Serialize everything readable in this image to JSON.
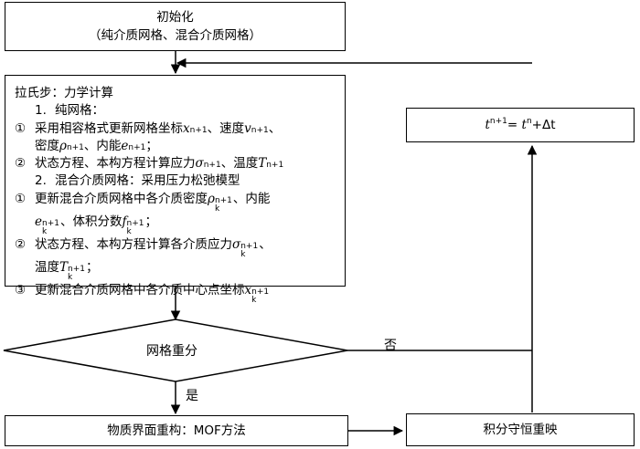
{
  "init_box": {
    "title": "初始化",
    "subtitle": "（纯介质网格、混合介质网格）"
  },
  "calc_box": {
    "heading": "拉氏步：力学计算",
    "pure_heading_num": "1.",
    "pure_heading": "纯网格：",
    "pure_item1_num": "①",
    "pure_item1_text": "采用相容格式更新网格坐标",
    "pure_item1_mid": "、速度",
    "pure_item1_line2a": "密度",
    "pure_item1_line2b": "、内能",
    "pure_item1_line2c": "；",
    "pure_item2_num": "②",
    "pure_item2_text": "状态方程、本构方程计算应力",
    "pure_item2_mid": "、温度",
    "mixed_heading_num": "2.",
    "mixed_heading": "混合介质网格：采用压力松弛模型",
    "mixed_item1_num": "①",
    "mixed_item1_text": "更新混合介质网格中各介质密度",
    "mixed_item1_mid": "、内能",
    "mixed_item1_line2a": "、体积分数",
    "mixed_item1_line2b": "；",
    "mixed_item2_num": "②",
    "mixed_item2_text": "状态方程、本构方程计算各介质应力",
    "mixed_item2_end": "、",
    "mixed_item2_line2": "温度",
    "mixed_item2_line2b": "；",
    "mixed_item3_num": "③",
    "mixed_item3_text": "更新混合介质网格中各介质中心点坐标"
  },
  "math": {
    "x": "x",
    "v": "v",
    "rho": "ρ",
    "e": "e",
    "sigma": "σ",
    "T": "T",
    "f": "f",
    "np1": "n+1",
    "n": "n",
    "k": "k",
    "t": "t",
    "dt": "Δt"
  },
  "timestep_box": {
    "eq": "= ",
    "plus": "+"
  },
  "decision": {
    "label": "网格重分",
    "no": "否",
    "yes": "是"
  },
  "interface_box": {
    "label": "物质界面重构：MOF方法"
  },
  "remap_box": {
    "label": "积分守恒重映"
  }
}
